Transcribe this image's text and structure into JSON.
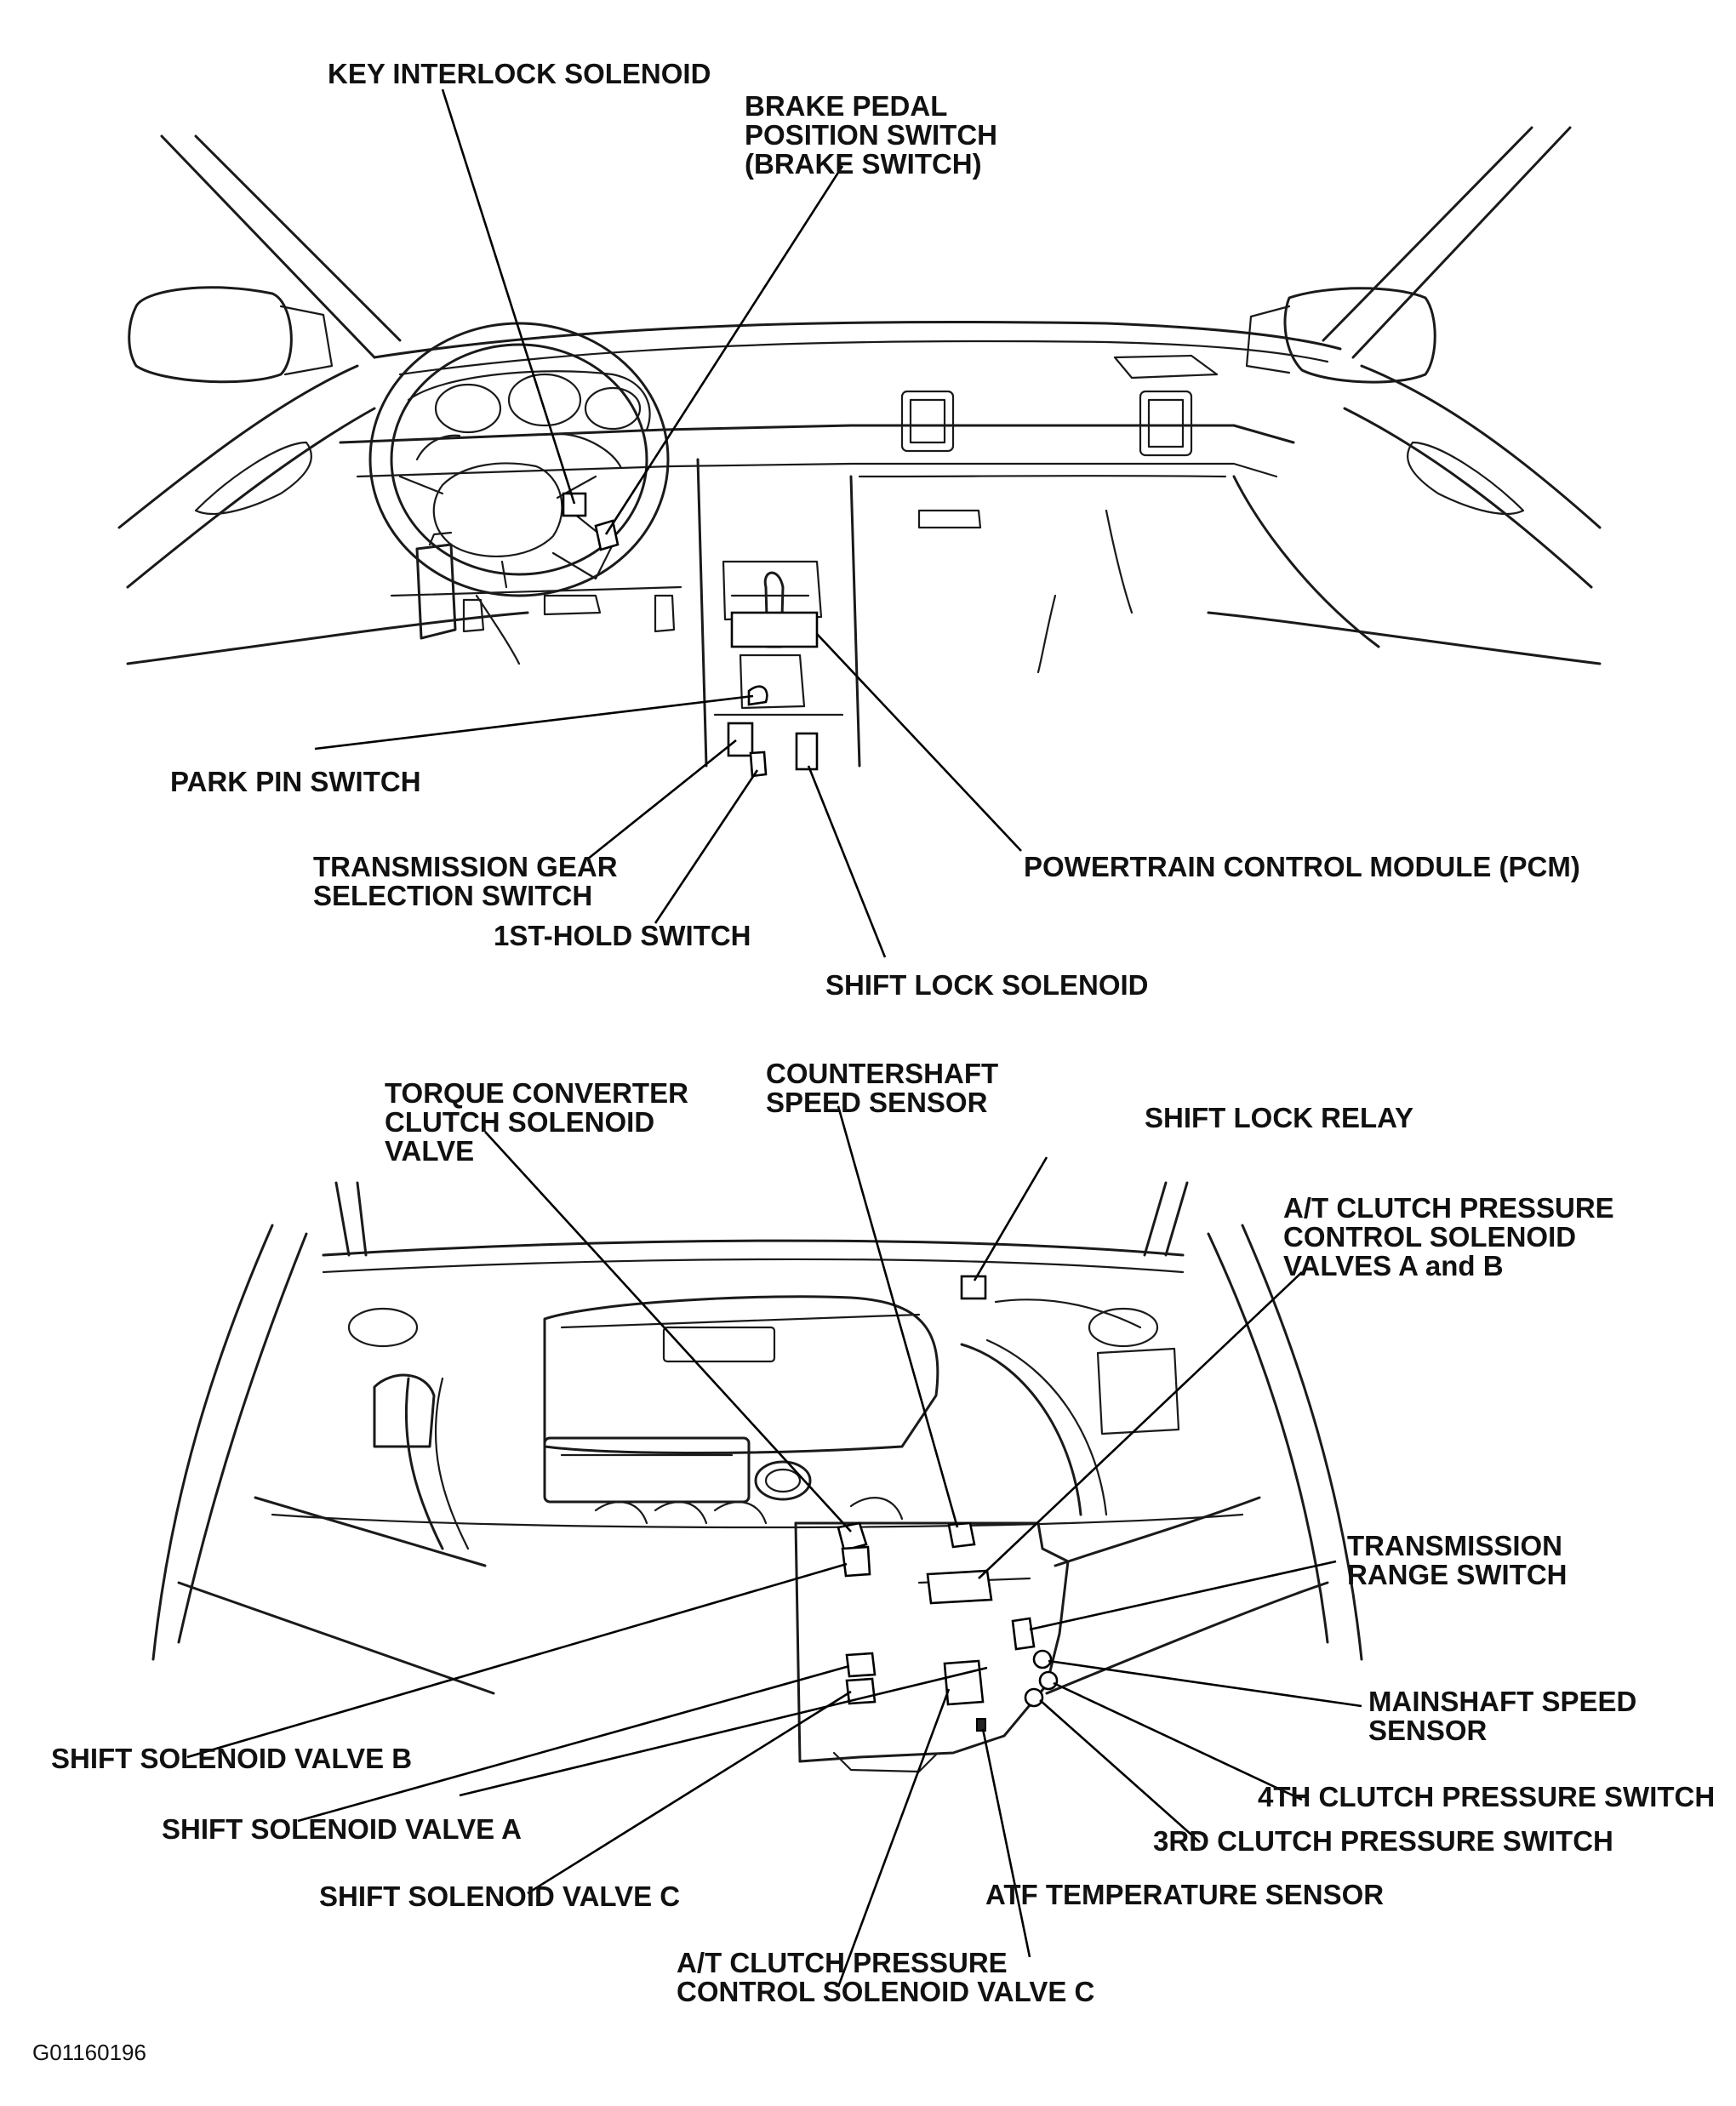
{
  "figure_id": "G01160196",
  "interior_view": {
    "key_interlock_solenoid": "KEY INTERLOCK SOLENOID",
    "brake_pedal_position_switch": [
      "BRAKE PEDAL",
      "POSITION SWITCH",
      "(BRAKE SWITCH)"
    ],
    "park_pin_switch": "PARK PIN SWITCH",
    "transmission_gear_selection_switch": [
      "TRANSMISSION GEAR",
      "SELECTION SWITCH"
    ],
    "first_hold_switch": "1ST-HOLD SWITCH",
    "shift_lock_solenoid": "SHIFT LOCK SOLENOID",
    "powertrain_control_module": "POWERTRAIN CONTROL MODULE (PCM)"
  },
  "engine_view": {
    "torque_converter_clutch_solenoid_valve": [
      "TORQUE CONVERTER",
      "CLUTCH SOLENOID",
      "VALVE"
    ],
    "countershaft_speed_sensor": [
      "COUNTERSHAFT",
      "SPEED SENSOR"
    ],
    "shift_lock_relay": "SHIFT LOCK RELAY",
    "at_clutch_pressure_control_solenoid_valves_ab": [
      "A/T CLUTCH PRESSURE",
      "CONTROL SOLENOID",
      "VALVES A and B"
    ],
    "transmission_range_switch": [
      "TRANSMISSION",
      "RANGE SWITCH"
    ],
    "mainshaft_speed_sensor": [
      "MAINSHAFT SPEED",
      "SENSOR"
    ],
    "fourth_clutch_pressure_switch": "4TH CLUTCH PRESSURE SWITCH",
    "third_clutch_pressure_switch": "3RD CLUTCH PRESSURE SWITCH",
    "atf_temperature_sensor": "ATF TEMPERATURE SENSOR",
    "at_clutch_pressure_control_solenoid_valve_c": [
      "A/T CLUTCH PRESSURE",
      "CONTROL SOLENOID VALVE C"
    ],
    "shift_solenoid_valve_b": "SHIFT SOLENOID VALVE B",
    "shift_solenoid_valve_a": "SHIFT SOLENOID VALVE A",
    "shift_solenoid_valve_c": "SHIFT SOLENOID VALVE C"
  }
}
